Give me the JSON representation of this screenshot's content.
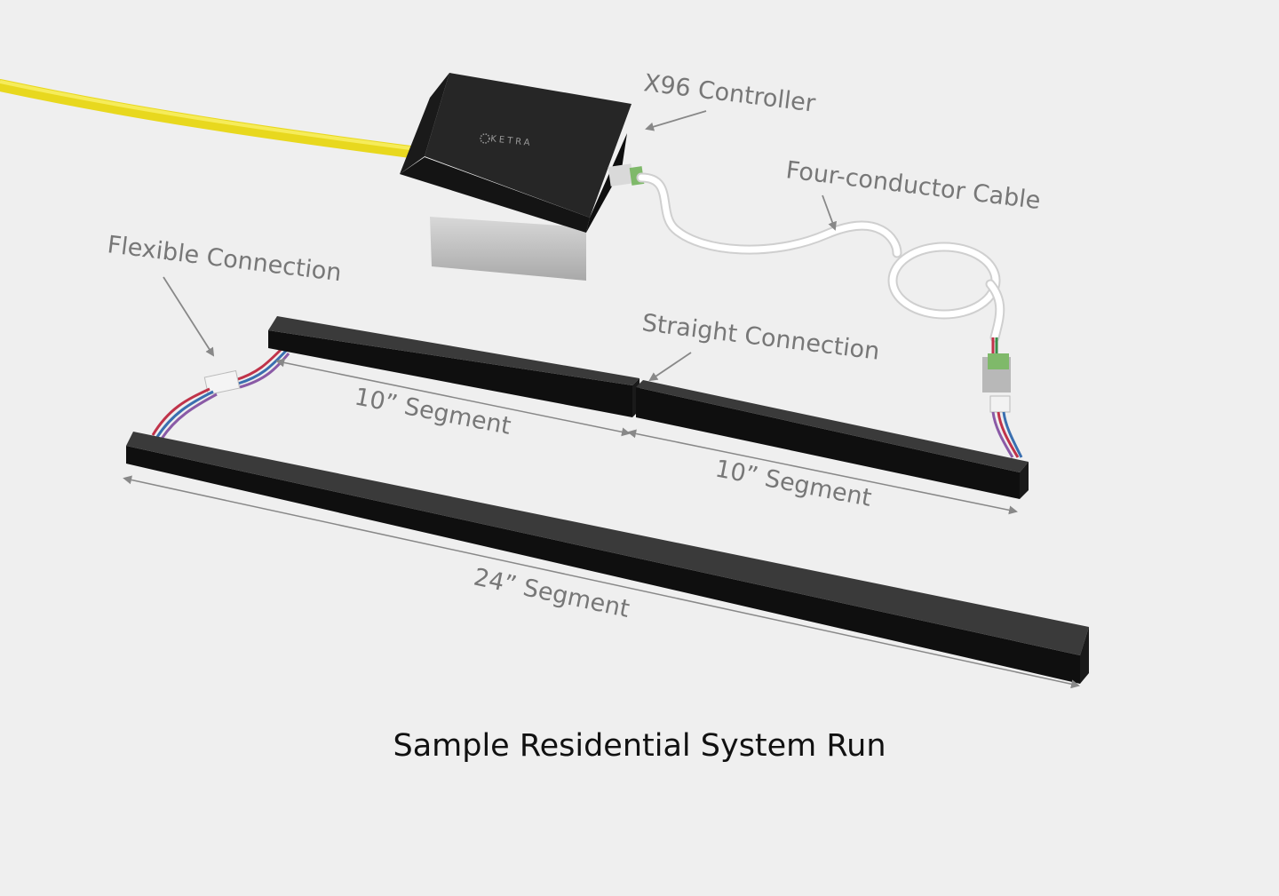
{
  "diagram": {
    "brand": "KETRA",
    "labels": {
      "controller": "X96 Controller",
      "cable": "Four-conductor Cable",
      "flexible": "Flexible Connection",
      "straight": "Straight Connection",
      "seg_a": "10” Segment",
      "seg_b": "10” Segment",
      "seg_c": "24” Segment"
    },
    "colors": {
      "background": "#efefef",
      "power_cable": "#f2e224",
      "controller_body": "#1f1f1f",
      "four_conductor_cable": "#ffffff",
      "connector": "#7fb96a",
      "light_bar": "#1c1c1c"
    }
  },
  "caption": "Sample Residential System Run"
}
